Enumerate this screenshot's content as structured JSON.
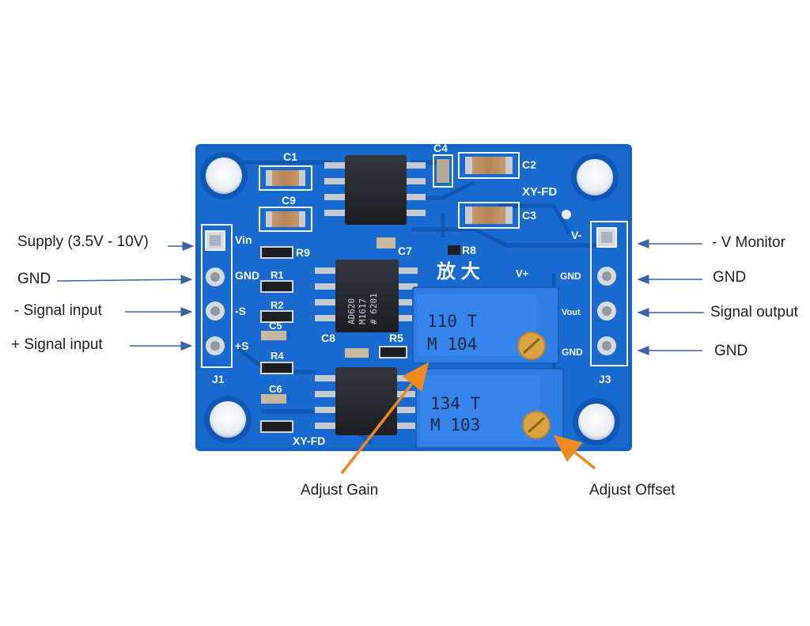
{
  "labels": {
    "supply": "Supply (3.5V - 10V)",
    "gnd_left": "GND",
    "minus_signal": "- Signal input",
    "plus_signal": "+ Signal input",
    "v_monitor": "- V Monitor",
    "gnd_right_top": "GND",
    "signal_output": "Signal output",
    "gnd_right_bottom": "GND",
    "adjust_gain": "Adjust Gain",
    "adjust_offset": "Adjust Offset"
  },
  "board": {
    "silk": {
      "c1": "C1",
      "c2": "C2",
      "c3": "C3",
      "c4": "C4",
      "c5": "C5",
      "c6": "C6",
      "c7": "C7",
      "c8": "C8",
      "c9": "C9",
      "r1": "R1",
      "r2": "R2",
      "r4": "R4",
      "r5": "R5",
      "r8": "R8",
      "r9": "R9",
      "j1": "J1",
      "j3": "J3",
      "vin": "Vin",
      "gnd_pin": "GND",
      "minus_s": "-S",
      "plus_s": "+S",
      "v_minus": "V-",
      "vout": "Vout",
      "gnd_j3_top": "GND",
      "gnd_j3_bottom": "GND",
      "brand_top": "XY-FD",
      "brand_bottom": "XY-FD",
      "chinese": "放 大",
      "vplus": "V+"
    },
    "chips": {
      "ad_line1": "AD620",
      "ad_line2": "M1617",
      "ad_line3": "# 6201"
    },
    "pots": {
      "gain_line1": "110 T",
      "gain_line2": "M 104",
      "offset_line1": "134 T",
      "offset_line2": "M 103"
    }
  },
  "colors": {
    "board_blue": "#1565c8",
    "pot_blue": "#2f7ee6",
    "arrow_blue": "#3a63a8",
    "arrow_orange": "#f08a1e"
  }
}
